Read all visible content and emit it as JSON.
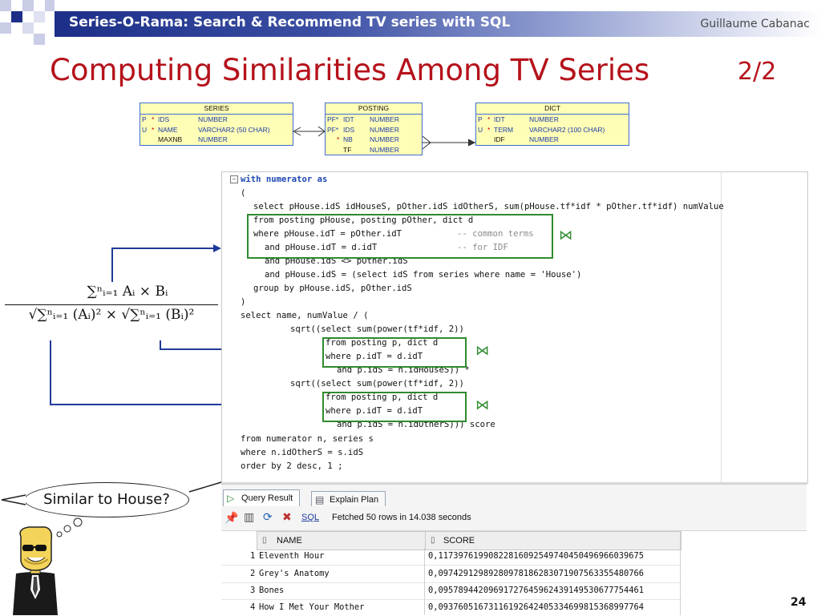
{
  "header": {
    "title": "Series-O-Rama: Search & Recommend TV series with SQL",
    "author": "Guillaume Cabanac"
  },
  "slide": {
    "title": "Computing Similarities Among TV Series",
    "number": "2/2",
    "page": "24"
  },
  "schema": {
    "series": {
      "name": "SERIES",
      "rows": [
        [
          "P",
          "*",
          "IDS",
          "NUMBER"
        ],
        [
          "U",
          "*",
          "NAME",
          "VARCHAR2 (50 CHAR)"
        ],
        [
          "",
          "",
          "MAXNB",
          "NUMBER"
        ]
      ]
    },
    "posting": {
      "name": "POSTING",
      "rows": [
        [
          "PF*",
          "",
          "IDT",
          "NUMBER"
        ],
        [
          "PF*",
          "",
          "IDS",
          "NUMBER"
        ],
        [
          "",
          "*",
          "NB",
          "NUMBER"
        ],
        [
          "",
          "",
          "TF",
          "NUMBER"
        ]
      ]
    },
    "dict": {
      "name": "DICT",
      "rows": [
        [
          "P",
          "*",
          "IDT",
          "NUMBER"
        ],
        [
          "U",
          "*",
          "TERM",
          "VARCHAR2 (100 CHAR)"
        ],
        [
          "",
          "",
          "IDF",
          "NUMBER"
        ]
      ]
    }
  },
  "formula": {
    "numerator": "∑ⁿᵢ₌₁ Aᵢ × Bᵢ",
    "denominator": "√∑ⁿᵢ₌₁ (Aᵢ)² × √∑ⁿᵢ₌₁ (Bᵢ)²"
  },
  "callout": {
    "text": "Similar to House?"
  },
  "sql": {
    "l01": "with numerator as",
    "l02": "(",
    "l03": "select pHouse.idS idHouseS, pOther.idS idOtherS, sum(pHouse.tf*idf * pOther.tf*idf) numValue",
    "l04": "from posting pHouse, posting pOther, dict d",
    "l05": "where pHouse.idT = pOther.idT",
    "l05c": "-- common terms",
    "l06": "and pHouse.idT = d.idT",
    "l06c": "-- for IDF",
    "l07": "and pHouse.idS <> pOther.idS",
    "l08": "and pHouse.idS = (select idS from series where name = 'House')",
    "l09": "group by pHouse.idS, pOther.idS",
    "l10": ")",
    "l11": "select name, numValue / (",
    "l12": "sqrt((select sum(power(tf*idf, 2))",
    "l13": "from posting p, dict d",
    "l14": "where p.idT = d.idT",
    "l15": "and p.idS = n.idHouseS)) *",
    "l16": "sqrt((select sum(power(tf*idf, 2))",
    "l17": "from posting p, dict d",
    "l18": "where p.idT = d.idT",
    "l19": "and p.idS = n.idOtherS))) score",
    "l20": "from numerator n, series s",
    "l21": "where n.idOtherS = s.idS",
    "l22": "order by 2 desc, 1 ;"
  },
  "results": {
    "tab_query": "Query Result",
    "tab_explain": "Explain Plan",
    "sql_link": "SQL",
    "status": "Fetched 50 rows in 14.038 seconds",
    "col_name": "NAME",
    "col_score": "SCORE",
    "rows": [
      {
        "n": "1",
        "name": "Eleventh Hour",
        "score": "0,11739761990822816092549740450496966039675"
      },
      {
        "n": "2",
        "name": "Grey's Anatomy",
        "score": "0,09742912989280978186283071907563355480766"
      },
      {
        "n": "3",
        "name": "Bones",
        "score": "0,09578944209691727645962439149530677754461"
      },
      {
        "n": "4",
        "name": "How I Met Your Mother",
        "score": "0,09376051673116192642405334699815368997764"
      }
    ]
  },
  "colors": {
    "accent": "#b5121b",
    "header": "#1c2f88",
    "join_box": "#2f8a2f",
    "arrow": "#1e3a9a"
  }
}
